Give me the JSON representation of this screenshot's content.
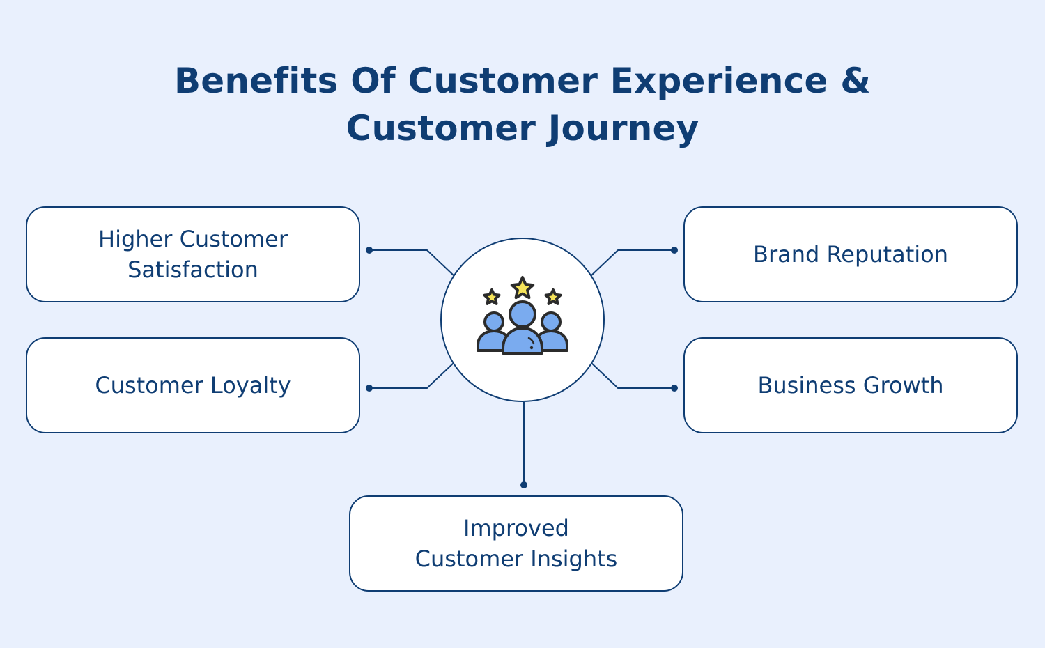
{
  "title": {
    "line1": "Benefits Of Customer Experience &",
    "line2": "Customer Journey"
  },
  "center": {
    "icon": "customer-group-stars-icon"
  },
  "benefits": [
    {
      "line1": "Higher Customer",
      "line2": "Satisfaction"
    },
    {
      "line1": "Customer Loyalty",
      "line2": ""
    },
    {
      "line1": "Brand Reputation",
      "line2": ""
    },
    {
      "line1": "Business Growth",
      "line2": ""
    },
    {
      "line1": "Improved",
      "line2": "Customer Insights"
    }
  ],
  "colors": {
    "background": "#e9f0fd",
    "primary": "#0f3d73",
    "person_fill": "#7aabef",
    "star_fill": "#f5e35a"
  }
}
